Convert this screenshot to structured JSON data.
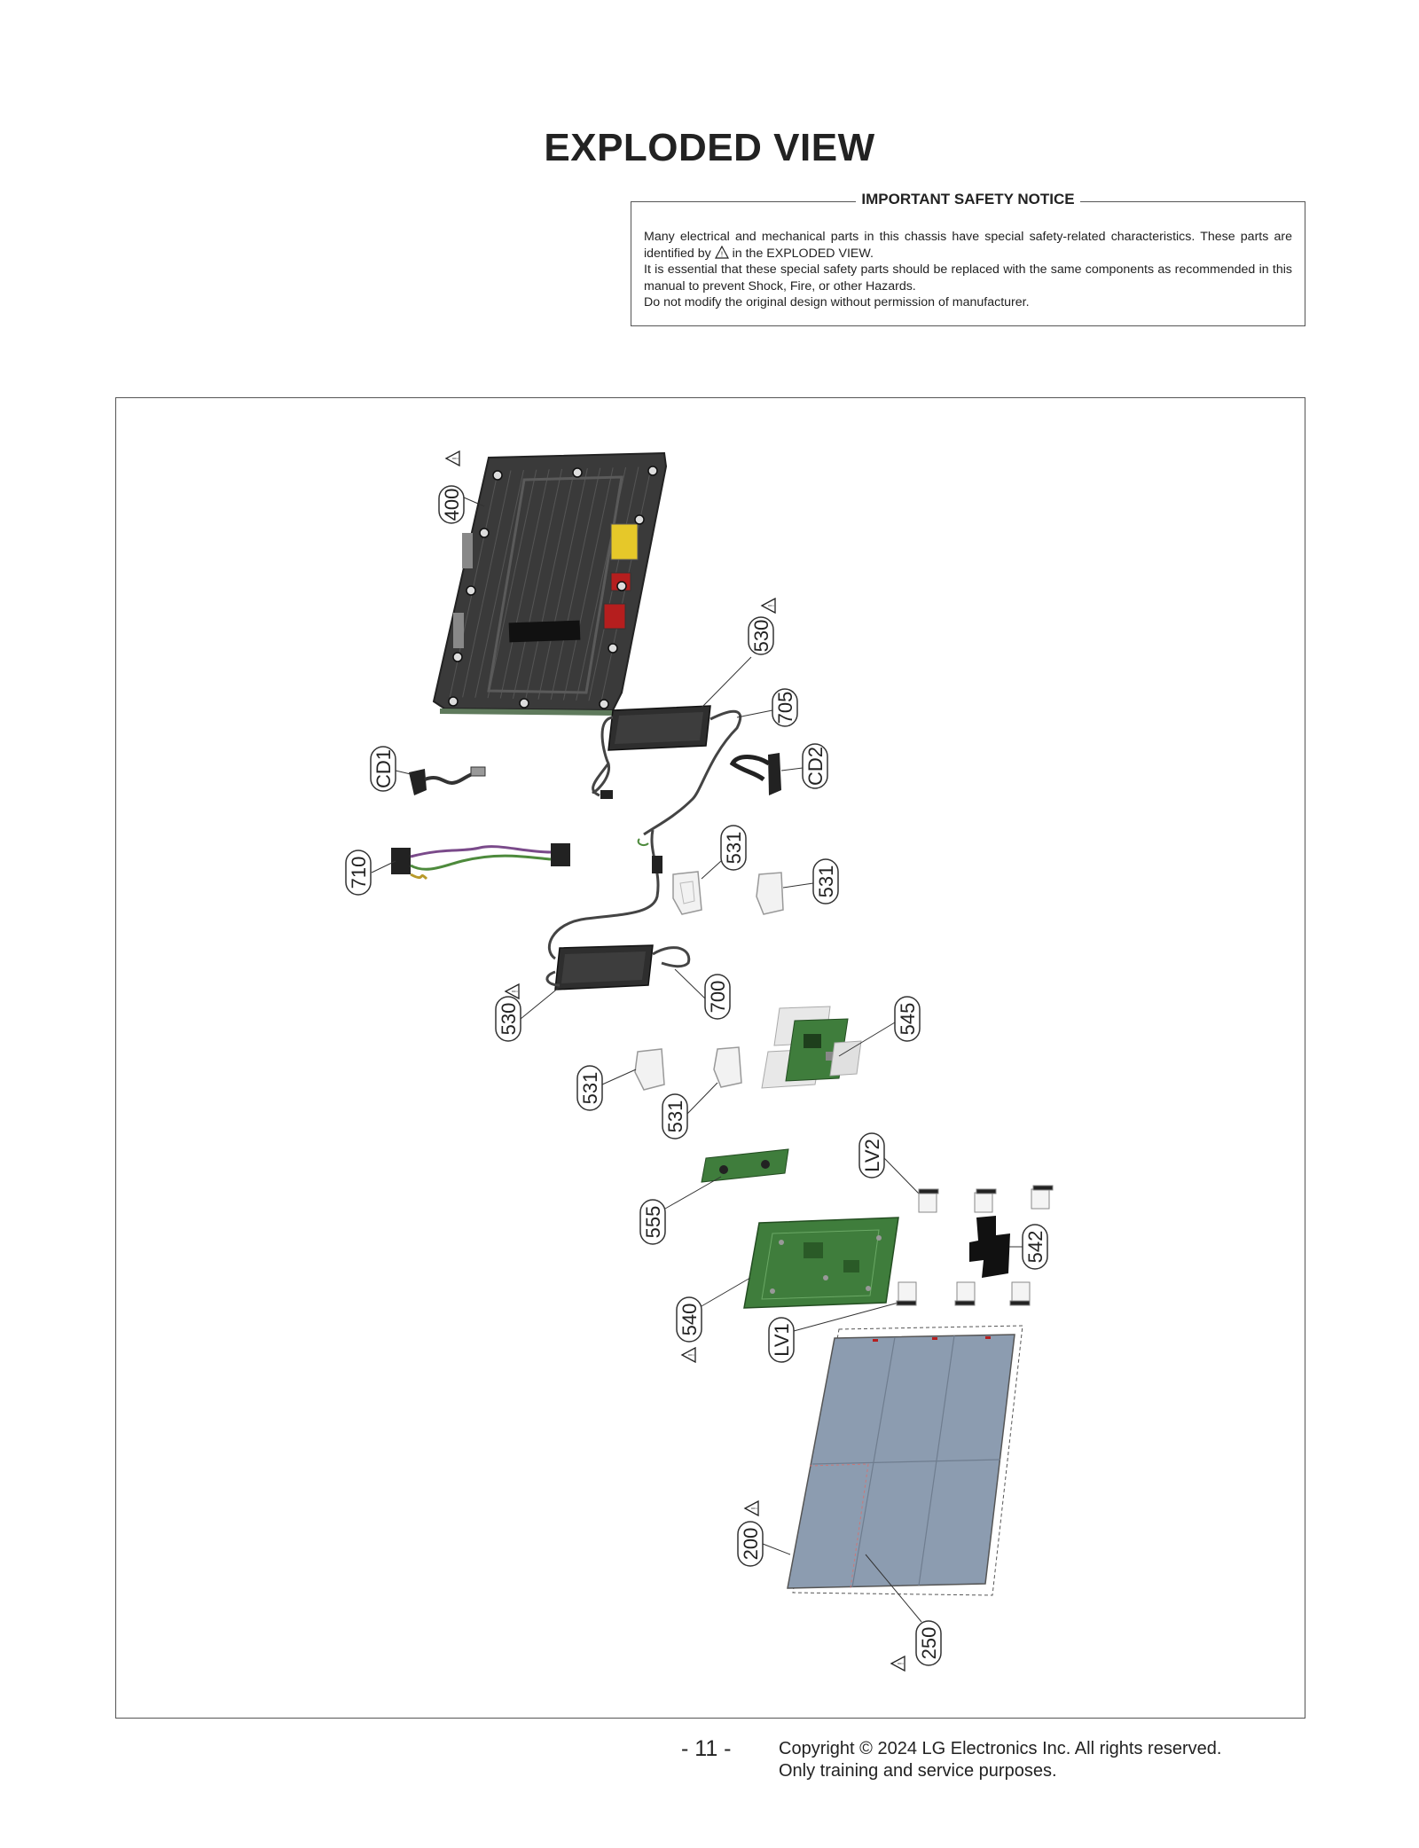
{
  "page": {
    "title": "EXPLODED VIEW",
    "page_number": "- 11 -",
    "copyright_line1": "Copyright © 2024 LG Electronics Inc. All rights reserved.",
    "copyright_line2": "Only training and service purposes."
  },
  "notice": {
    "title": "IMPORTANT SAFETY NOTICE",
    "line1_a": "Many electrical and mechanical parts in this chassis have special safety-related characteristics. These parts are identified by",
    "line1_b": "in the EXPLODED VIEW.",
    "line2": "It is essential that these special safety parts should be replaced with the same components as recommended in this manual to prevent Shock, Fire, or other Hazards.",
    "line3": "Do not modify the original design without permission of manufacturer."
  },
  "parts": {
    "p400": "400",
    "p530a": "530",
    "p705": "705",
    "pCD1": "CD1",
    "pCD2": "CD2",
    "p710": "710",
    "p531a": "531",
    "p531b": "531",
    "p530b": "530",
    "p700": "700",
    "p545": "545",
    "p531c": "531",
    "p531d": "531",
    "pLV2": "LV2",
    "p555": "555",
    "p542": "542",
    "p540": "540",
    "pLV1": "LV1",
    "p200": "200",
    "p250": "250"
  },
  "colors": {
    "board_green": "#3f7d3c",
    "panel_blue": "#8c9cb0",
    "chassis_dark": "#3a3a3a",
    "warning_yellow": "#e6c829",
    "connector_red": "#b51e1e"
  }
}
